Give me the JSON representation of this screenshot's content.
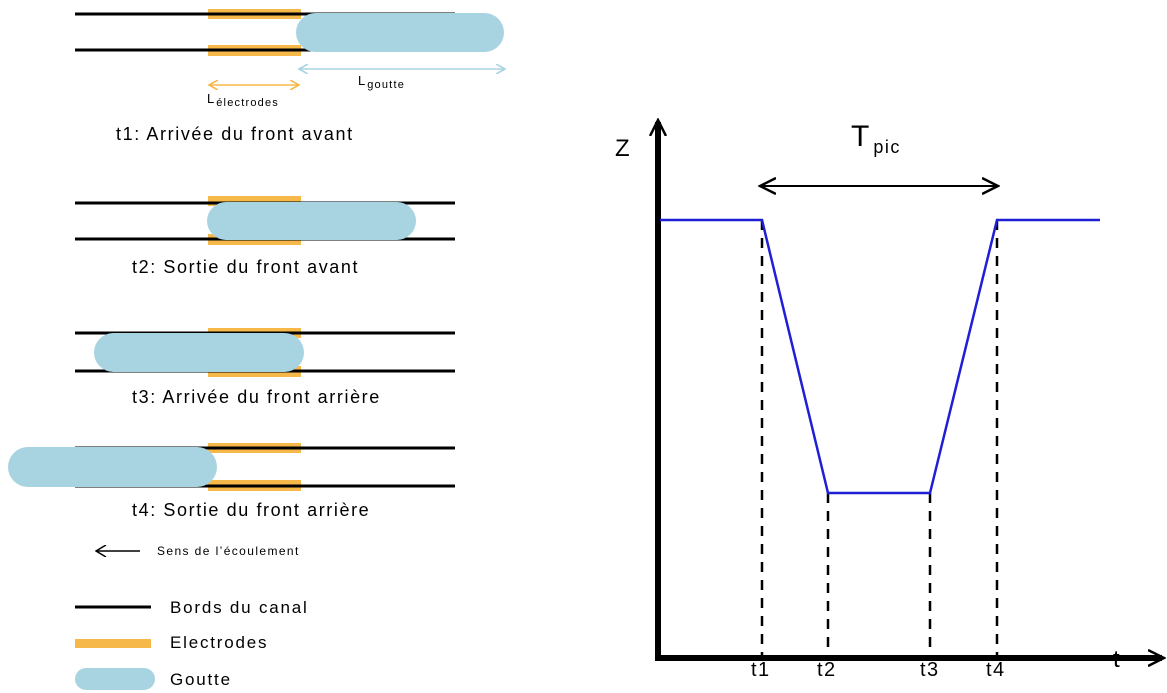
{
  "colors": {
    "channel": "#000000",
    "electrode": "#f7b84a",
    "drop": "#a8d4e2",
    "length_electrodes": "#f7b84a",
    "length_drop": "#a8d4e2",
    "signal": "#1f1fd6",
    "axis": "#000000"
  },
  "steps": [
    {
      "caption": "t1: Arrivée du front avant"
    },
    {
      "caption": "t2: Sortie du front avant"
    },
    {
      "caption": "t3: Arrivée du front arrière"
    },
    {
      "caption": "t4: Sortie du front arrière"
    }
  ],
  "dimensions": {
    "electrodes": {
      "base": "L",
      "sub": "électrodes"
    },
    "drop": {
      "base": "L",
      "sub": "goutte"
    }
  },
  "flow_direction": {
    "icon": "left-arrow-icon",
    "label": "Sens de l’écoulement"
  },
  "legend": [
    {
      "icon": "channel-edge-line",
      "label": "Bords du canal"
    },
    {
      "icon": "electrode-bar",
      "label": "Electrodes"
    },
    {
      "icon": "drop-pill",
      "label": "Goutte"
    }
  ],
  "graph": {
    "y_axis_label": "Z",
    "x_axis_label": "t",
    "period": {
      "base": "T",
      "sub": "pic"
    },
    "ticks": [
      "t1",
      "t2",
      "t3",
      "t4"
    ]
  }
}
